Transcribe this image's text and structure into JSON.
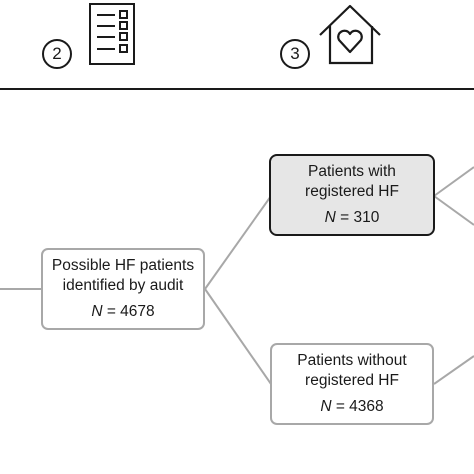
{
  "steps": [
    {
      "number": "2",
      "icon": "checklist-icon"
    },
    {
      "number": "3",
      "icon": "house-heart-icon"
    }
  ],
  "boxes": {
    "audit": {
      "lines": [
        "Possible HF patients",
        "identified by audit"
      ],
      "n_label": "N",
      "n_value": "= 4678"
    },
    "registered": {
      "lines": [
        "Patients with",
        "registered HF"
      ],
      "n_label": "N",
      "n_value": "= 310"
    },
    "unregistered": {
      "lines": [
        "Patients without",
        "registered HF"
      ],
      "n_label": "N",
      "n_value": "= 4368"
    }
  },
  "colors": {
    "line": "#1a1a1a",
    "connector": "#a8a8a8",
    "highlight_fill": "#e6e6e6"
  }
}
